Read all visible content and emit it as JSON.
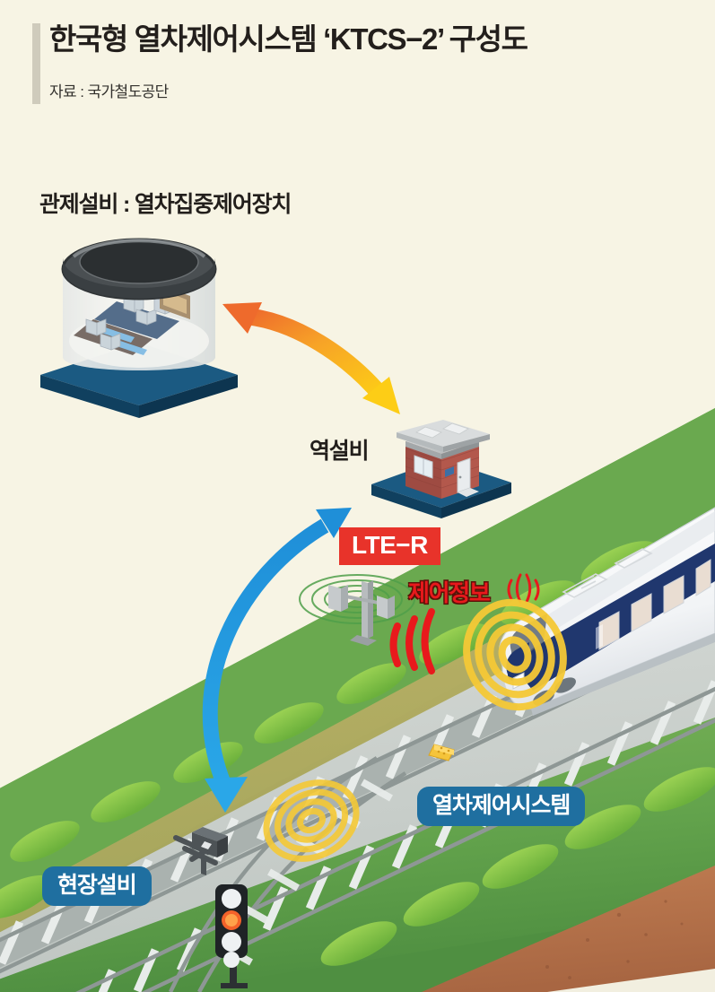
{
  "header": {
    "title": "한국형 열차제어시스템 ‘KTCS−2’ 구성도",
    "subtitle": "자료 : 국가철도공단",
    "accent_bar_color": "#cfcbbc",
    "title_color": "#231f1c"
  },
  "background": {
    "page_color": "#f7f4e4",
    "grass_color": "#6eab52",
    "grass_light_color": "#8cc05e",
    "soil_color": "#b5714a",
    "ballast_color": "#c9cfcb",
    "track_color": "#9aa1a0"
  },
  "labels": {
    "control_facility": "관제설비 : 열차집중제어장치",
    "station_facility": "역설비",
    "lte_r": "LTE−R",
    "control_info": "제어정보",
    "field_facility": "현장설비",
    "train_control_system": "열차제어시스템"
  },
  "colors": {
    "chip_blue": "#1f6fa0",
    "lte_red": "#e8332a",
    "control_info_red": "#e8191c",
    "arrow_orange": "#ef7b33",
    "arrow_yellow": "#fcc814",
    "arrow_blue": "#2196dd",
    "base_navy": "#17537a",
    "base_navy_dark": "#0e3b59",
    "signal_wave_yellow": "#f5c936",
    "antenna_wave_green": "#4f9f4a",
    "wave_red": "#e8191c",
    "train_body": "#ffffff",
    "train_stripe": "#20376e",
    "balise_yellow": "#f5c43a",
    "signal_lit": "#f4622a"
  },
  "elements": {
    "control_room": "cylindrical-control-center-building",
    "station_building": "brick-station-equipment-building",
    "antenna_tower": "lte-r-radio-mast",
    "train": "ktx-high-speed-train",
    "balise": "track-balise-yellow",
    "point_machine": "track-point-machine",
    "signal_light": "wayside-signal-4-lamp",
    "bushes": "roadside-hedges"
  },
  "arrows": [
    {
      "name": "control-to-station",
      "style": "double-headed-curve",
      "from": "#ef7b33",
      "to": "#fcc814"
    },
    {
      "name": "station-to-field",
      "style": "double-headed-curve",
      "color": "#2196dd"
    }
  ],
  "signal_waves": [
    {
      "name": "antenna-green-waves",
      "color": "#4f9f4a",
      "rings": 4
    },
    {
      "name": "control-info-red-waves",
      "color": "#e8191c",
      "rings": 3
    },
    {
      "name": "train-front-yellow-waves",
      "color": "#f5c936",
      "rings": 4
    },
    {
      "name": "track-balise-yellow-waves",
      "color": "#f5c936",
      "rings": 4
    }
  ]
}
